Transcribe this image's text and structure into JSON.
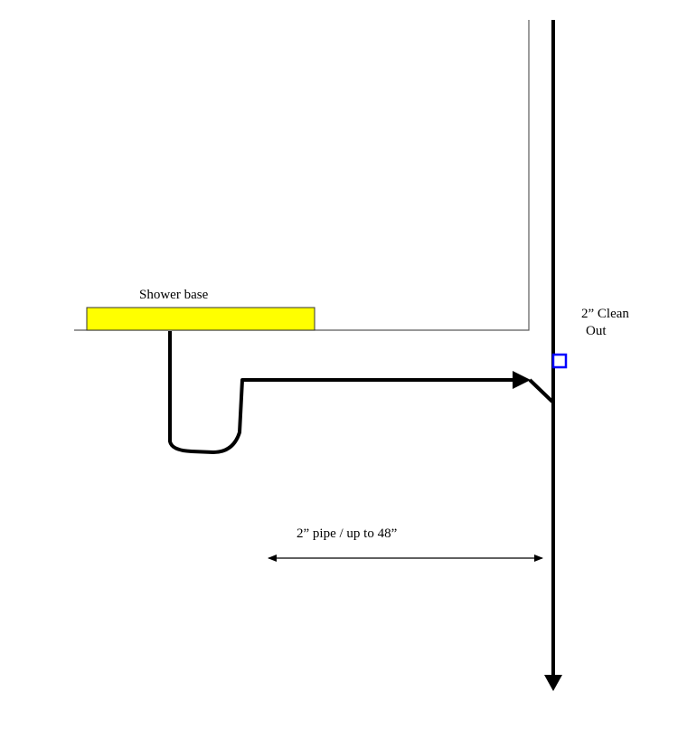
{
  "labels": {
    "shower_base": "Shower base",
    "clean_out_line1": "2” Clean",
    "clean_out_line2": "Out",
    "pipe_dimension": "2” pipe / up to 48”"
  },
  "colors": {
    "shower_base_fill": "#ffff00",
    "clean_out_outline": "#0000ff",
    "pipe": "#000000",
    "wall": "#5a5a5a"
  }
}
